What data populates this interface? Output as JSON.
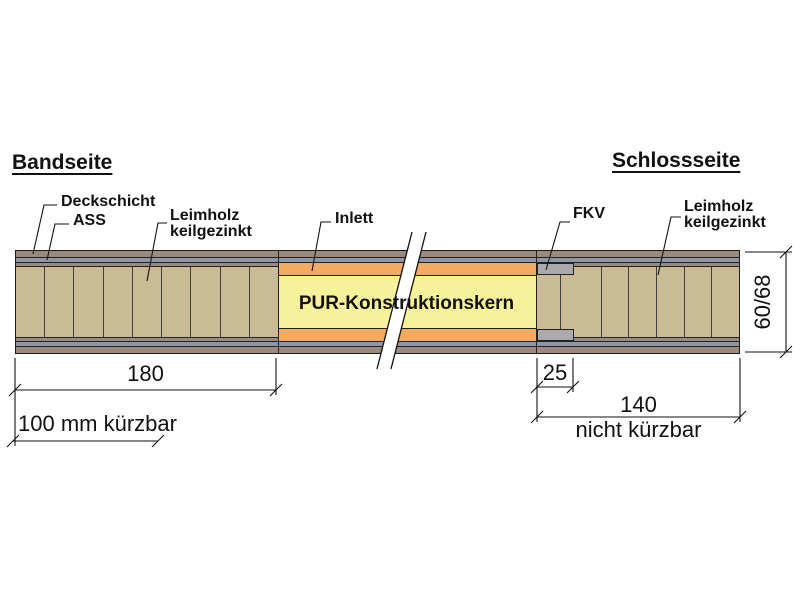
{
  "headers": {
    "hinge_side": "Bandseite",
    "lock_side": "Schlossseite"
  },
  "labels": {
    "deckschicht": "Deckschicht",
    "ass": "ASS",
    "leimholz_left": "Leimholz\nkeilgezinkt",
    "inlett": "Inlett",
    "fkv": "FKV",
    "leimholz_right": "Leimholz\nkeilgezinkt"
  },
  "core": {
    "label": "PUR-Konstruktionskern"
  },
  "dimensions": {
    "hinge_block_width": "180",
    "hinge_note": "100 mm kürzbar",
    "fkv_width": "25",
    "lock_block_width": "140",
    "lock_note": "nicht kürzbar",
    "thickness": "60/68"
  },
  "colors": {
    "deckschicht": "#9b8b7e",
    "ass": "#8e96a8",
    "leimholz": "#c9bb93",
    "inlett": "#f4aa61",
    "pur-core": "#f8f19c",
    "fkv": "#aaaaad",
    "outline": "#1c1c1c"
  }
}
